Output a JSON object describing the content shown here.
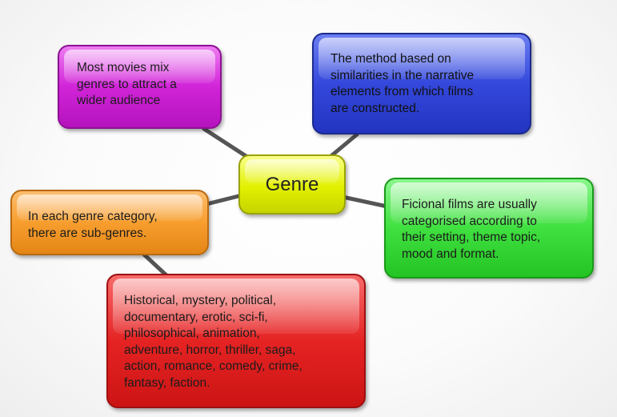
{
  "center": {
    "label": "Genre"
  },
  "nodes": {
    "magenta": {
      "lines": [
        "Most movies mix",
        "genres to attract a",
        "wider audience"
      ],
      "color": "#d124d8"
    },
    "blue": {
      "lines": [
        "The method based on",
        "similarities in the narrative",
        "elements from which films",
        "are constructed."
      ],
      "color": "#3448dc"
    },
    "orange": {
      "lines": [
        "In each genre category,",
        "there are sub-genres."
      ],
      "color": "#f79e2e"
    },
    "green": {
      "lines": [
        "Ficional films are usually",
        "categorised according to",
        "their setting, theme topic,",
        "mood and format."
      ],
      "color": "#3fe03f"
    },
    "red": {
      "lines": [
        "Historical, mystery, political,",
        "documentary, erotic, sci-fi,",
        "philosophical, animation,",
        "adventure, horror, thriller, saga,",
        "action, romance, comedy, crime,",
        "fantasy, faction."
      ],
      "color": "#e52323"
    }
  },
  "center_color": "#e2f000",
  "connector_color": "#555555"
}
